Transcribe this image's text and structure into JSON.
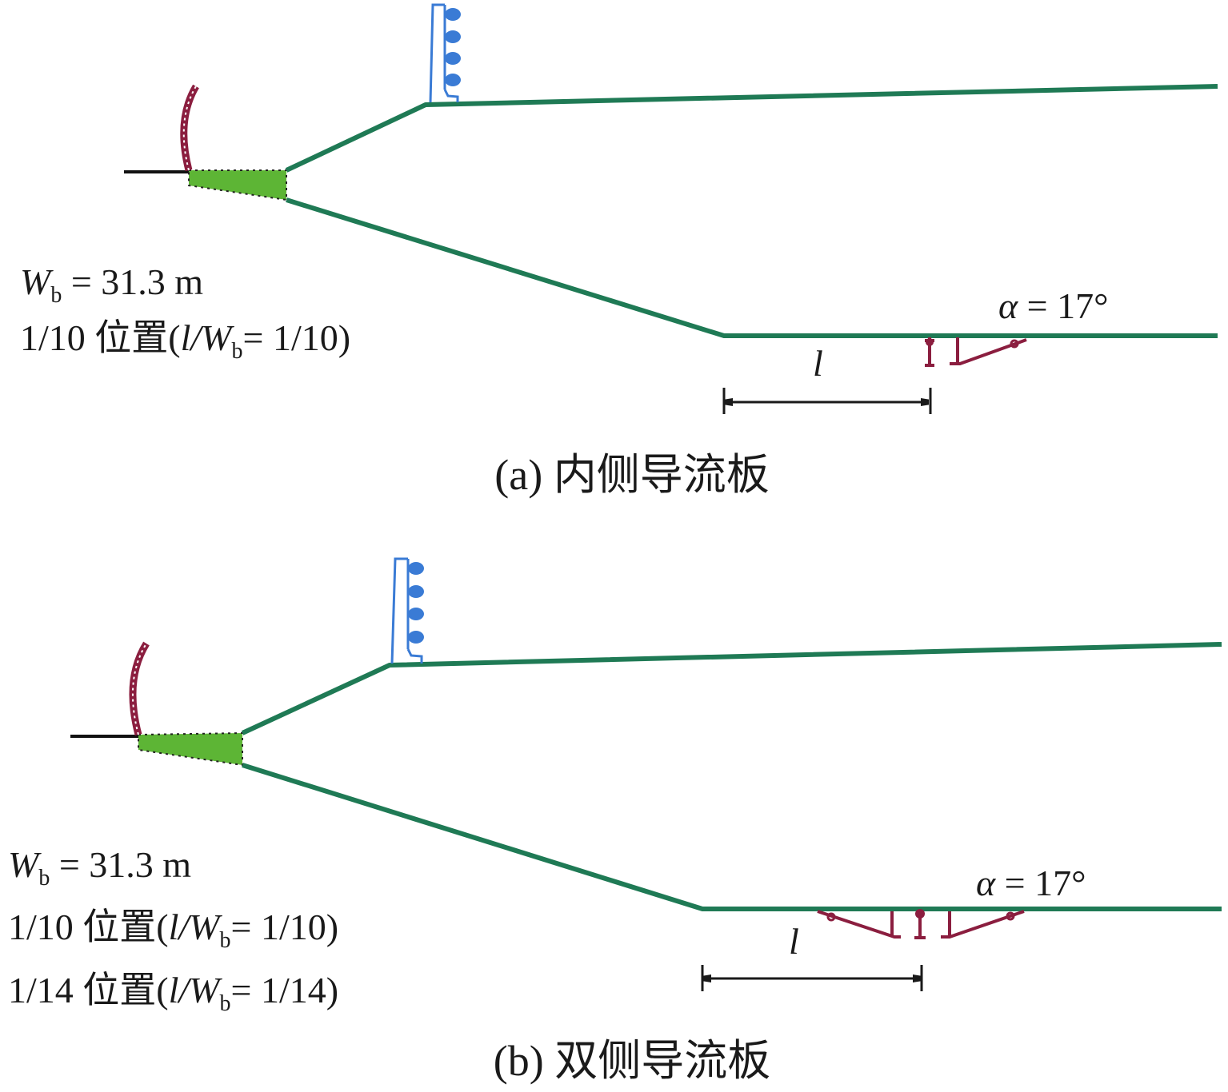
{
  "colors": {
    "girder": "#1f7a55",
    "walkway": "#5db535",
    "deflector": "#8b1e3f",
    "railing": "#3a7bd5"
  },
  "panels": [
    {
      "caption": "(a) 内侧导流板",
      "width_label": {
        "var": "W",
        "sub": "b",
        "value": " = 31.3 m"
      },
      "positions": [
        {
          "prefix": "1/10 位置(",
          "l": "l",
          "w": "/W",
          "sub": "b",
          "suffix": "= 1/10)"
        }
      ],
      "length_symbol": "l",
      "angle_label": {
        "var": "α",
        "value": " = 17°"
      }
    },
    {
      "caption": "(b) 双侧导流板",
      "width_label": {
        "var": "W",
        "sub": "b",
        "value": " = 31.3 m"
      },
      "positions": [
        {
          "prefix": "1/10 位置(",
          "l": "l",
          "w": "/W",
          "sub": "b",
          "suffix": "= 1/10)"
        },
        {
          "prefix": "1/14 位置(",
          "l": "l",
          "w": "/W",
          "sub": "b",
          "suffix": "= 1/14)"
        }
      ],
      "length_symbol": "l",
      "angle_label": {
        "var": "α",
        "value": " = 17°"
      }
    }
  ]
}
